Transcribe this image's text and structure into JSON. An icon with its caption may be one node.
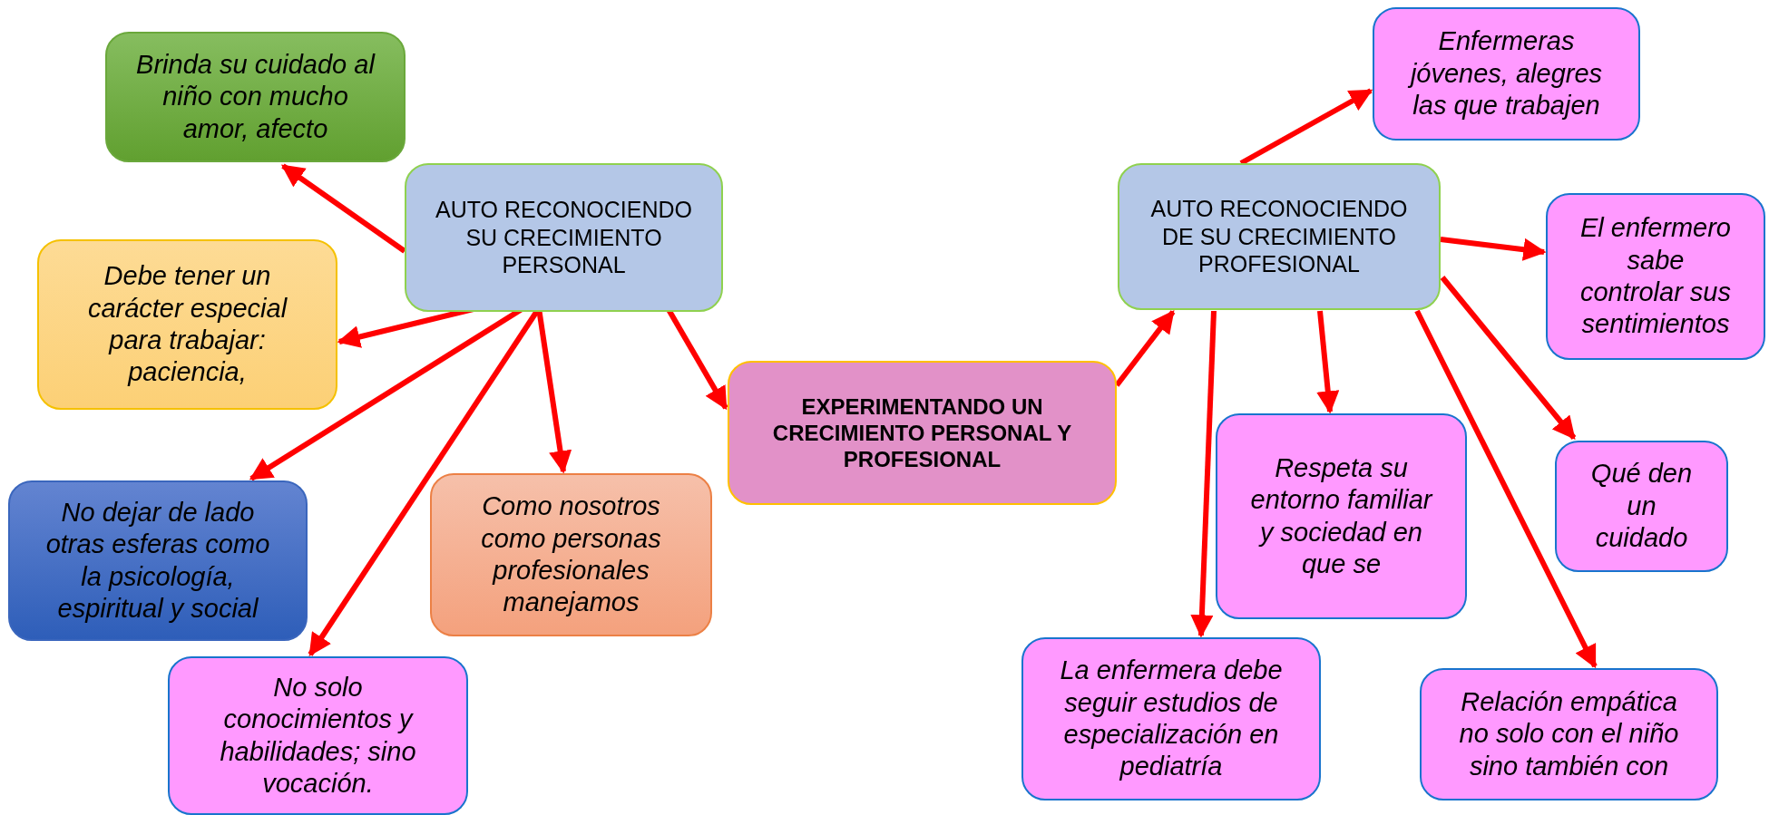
{
  "diagram": {
    "nodes": [
      {
        "text": [
          "Brinda su cuidado al niño con mucho amor, afecto"
        ]
      },
      {
        "text": [
          "AUTO RECONOCIENDO SU CRECIMIENTO PERSONAL"
        ]
      },
      {
        "text": [
          "Debe tener un carácter especial para trabajar: paciencia,"
        ]
      },
      {
        "text": [
          "No dejar de lado otras esferas como la psicología, espiritual y social"
        ]
      },
      {
        "text": [
          "Como nosotros como personas profesionales manejamos"
        ]
      },
      {
        "text": [
          "No solo conocimientos y habilidades; sino vocación."
        ]
      },
      {
        "text": [
          "EXPERIMENTANDO UN CRECIMIENTO PERSONAL Y PROFESIONAL"
        ]
      },
      {
        "text": [
          "AUTO RECONOCIENDO DE SU CRECIMIENTO PROFESIONAL"
        ]
      },
      {
        "text": [
          "Enfermeras jóvenes, alegres las que trabajen"
        ]
      },
      {
        "text": [
          "El enfermero sabe controlar sus sentimientos"
        ]
      },
      {
        "text": [
          "Respeta su entorno familiar y sociedad en que se"
        ]
      },
      {
        "text": [
          "Qué den un cuidado"
        ]
      },
      {
        "text": [
          "La enfermera debe seguir estudios de especialización en pediatría"
        ]
      },
      {
        "text": [
          "Relación empática no solo con el niño sino también con"
        ]
      }
    ],
    "edges": [
      {
        "from": 1,
        "to": 0,
        "arrow": "to"
      },
      {
        "from": 1,
        "to": 2,
        "arrow": "to"
      },
      {
        "from": 1,
        "to": 3,
        "arrow": "to"
      },
      {
        "from": 1,
        "to": 4,
        "arrow": "to"
      },
      {
        "from": 1,
        "to": 5,
        "arrow": "to"
      },
      {
        "from": 1,
        "to": 6,
        "arrow": "to"
      },
      {
        "from": 6,
        "to": 7,
        "arrow": "to"
      },
      {
        "from": 7,
        "to": 8,
        "arrow": "to"
      },
      {
        "from": 7,
        "to": 9,
        "arrow": "to"
      },
      {
        "from": 7,
        "to": 10,
        "arrow": "to"
      },
      {
        "from": 7,
        "to": 11,
        "arrow": "to"
      },
      {
        "from": 7,
        "to": 12,
        "arrow": "to"
      },
      {
        "from": 7,
        "to": 13,
        "arrow": "to"
      }
    ]
  }
}
